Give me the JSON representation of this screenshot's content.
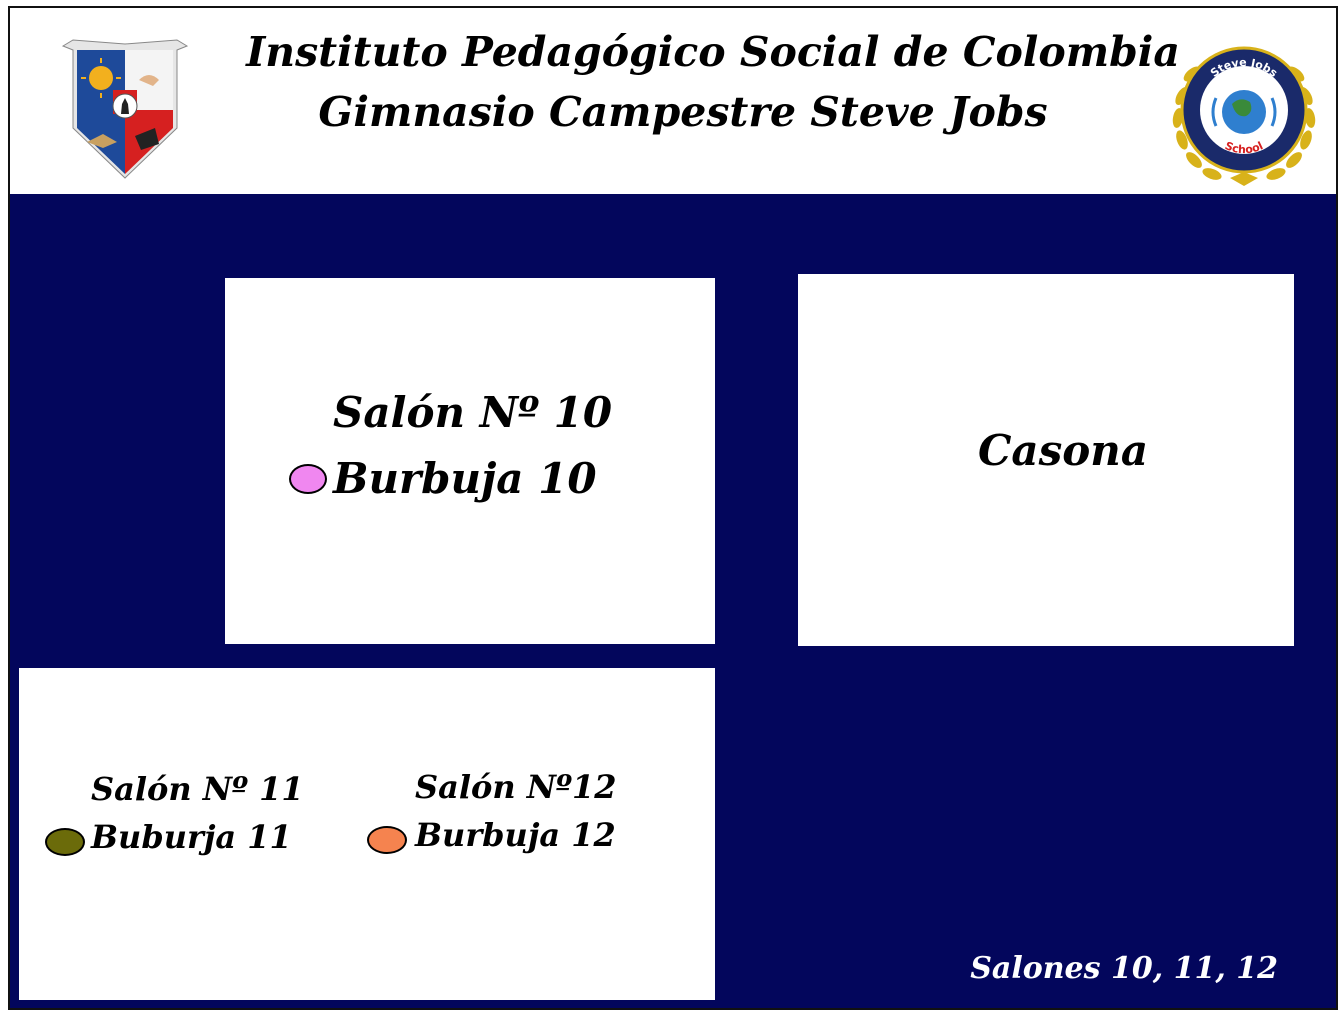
{
  "header": {
    "title_line1": "Instituto Pedagógico Social de Colombia",
    "title_line2": "Gimnasio Campestre Steve Jobs",
    "seal_text_top": "Steve Jobs",
    "seal_text_bottom": "School"
  },
  "rooms": {
    "salon10": {
      "title": "Salón Nº 10",
      "bubble_label": "Burbuja 10",
      "bubble_color": "#f087f0"
    },
    "casona": {
      "title": "Casona"
    },
    "salon11": {
      "title": "Salón Nº 11",
      "bubble_label": "Buburja 11",
      "bubble_color": "#6b6b0a"
    },
    "salon12": {
      "title": "Salón Nº12",
      "bubble_label": "Burbuja 12",
      "bubble_color": "#f5834f"
    }
  },
  "footer": {
    "caption": "Salones 10, 11, 12"
  },
  "colors": {
    "background": "#03065c",
    "room_fill": "#ffffff"
  }
}
